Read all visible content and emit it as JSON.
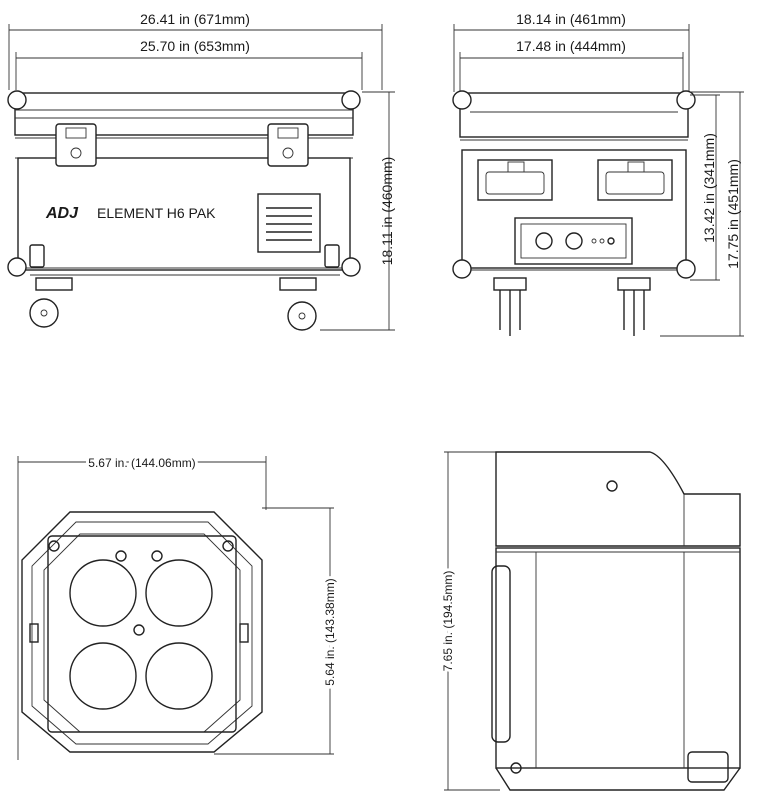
{
  "case_front": {
    "brand": "ADJ",
    "product_name": "ELEMENT H6 PAK",
    "width_outer": "26.41 in (671mm)",
    "width_inner": "25.70 in (653mm)",
    "height": "18.11 in (460mm)"
  },
  "case_side": {
    "width_outer": "18.14 in (461mm)",
    "width_inner": "17.48 in (444mm)",
    "height_inner": "13.42 in (341mm)",
    "height_outer": "17.75 in (451mm)"
  },
  "fixture_front": {
    "width": "5.67 in. (144.06mm)",
    "height": "5.64 in. (143.38mm)"
  },
  "fixture_side": {
    "height": "7.65 in. (194.5mm)"
  }
}
